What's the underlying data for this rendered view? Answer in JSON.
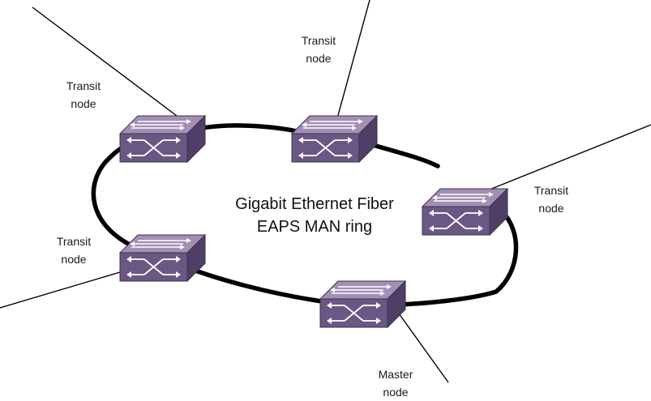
{
  "diagram": {
    "title_line1": "Gigabit Ethernet Fiber",
    "title_line2": "EAPS MAN ring",
    "colors": {
      "switch_top": "#a38eb4",
      "switch_front": "#6b5784",
      "switch_side": "#4f3f66",
      "ring": "#000000",
      "line": "#000000"
    },
    "nodes": [
      {
        "id": "top-left",
        "label": "Transit\nnode",
        "role": "transit",
        "icon": "switch-icon"
      },
      {
        "id": "top-center",
        "label": "Transit\nnode",
        "role": "transit",
        "icon": "switch-icon"
      },
      {
        "id": "right",
        "label": "Transit\nnode",
        "role": "transit",
        "icon": "switch-icon"
      },
      {
        "id": "left",
        "label": "Transit\nnode",
        "role": "transit",
        "icon": "switch-icon"
      },
      {
        "id": "bottom",
        "label": "Master\nnode",
        "role": "master",
        "icon": "switch-icon"
      }
    ]
  }
}
